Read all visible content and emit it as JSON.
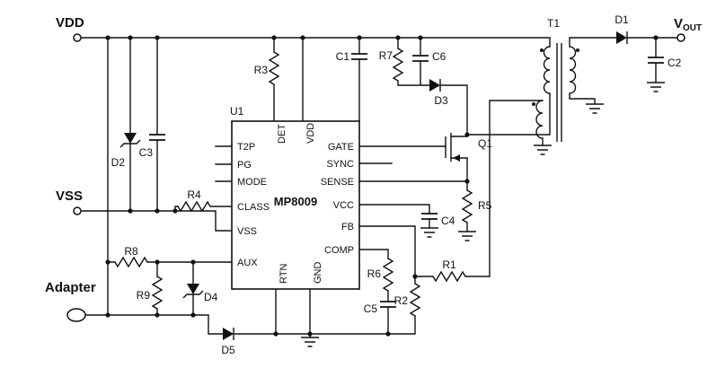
{
  "colors": {
    "ink": "#111111",
    "background": "#ffffff"
  },
  "schematic": {
    "terminals": {
      "vdd": "VDD",
      "vss": "VSS",
      "adapter": "Adapter",
      "vout_main": "V",
      "vout_sub": "OUT"
    },
    "ic": {
      "refdes": "U1",
      "part_number": "MP8009",
      "pins_left": [
        "T2P",
        "PG",
        "MODE",
        "CLASS",
        "VSS",
        "AUX"
      ],
      "pins_right": [
        "GATE",
        "SYNC",
        "SENSE",
        "VCC",
        "FB",
        "COMP"
      ],
      "pins_top": [
        "DET",
        "VDD"
      ],
      "pins_bottom": [
        "RTN",
        "GND"
      ]
    },
    "components": {
      "transformer": "T1",
      "mosfet": "Q1",
      "resistors": [
        "R1",
        "R2",
        "R3",
        "R4",
        "R5",
        "R6",
        "R7",
        "R8",
        "R9"
      ],
      "capacitors": [
        "C1",
        "C2",
        "C3",
        "C4",
        "C5",
        "C6"
      ],
      "diodes": [
        "D1",
        "D2",
        "D3",
        "D4",
        "D5"
      ]
    }
  }
}
